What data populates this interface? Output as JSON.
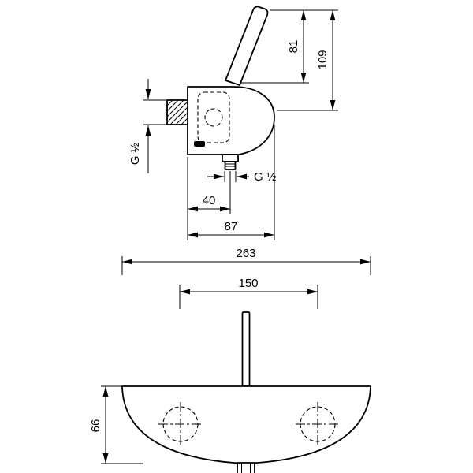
{
  "drawing": {
    "background": "#ffffff",
    "line_color": "#000000",
    "side_view": {
      "dim_lever_height": "81",
      "dim_total_height": "109",
      "thread_wall_connection": "G ½",
      "thread_bottom_outlet": "G ½",
      "dim_outlet_offset": "40",
      "dim_body_depth": "87"
    },
    "front_view": {
      "dim_total_width": "263",
      "dim_hole_spacing": "150",
      "dim_body_height": "66"
    }
  }
}
